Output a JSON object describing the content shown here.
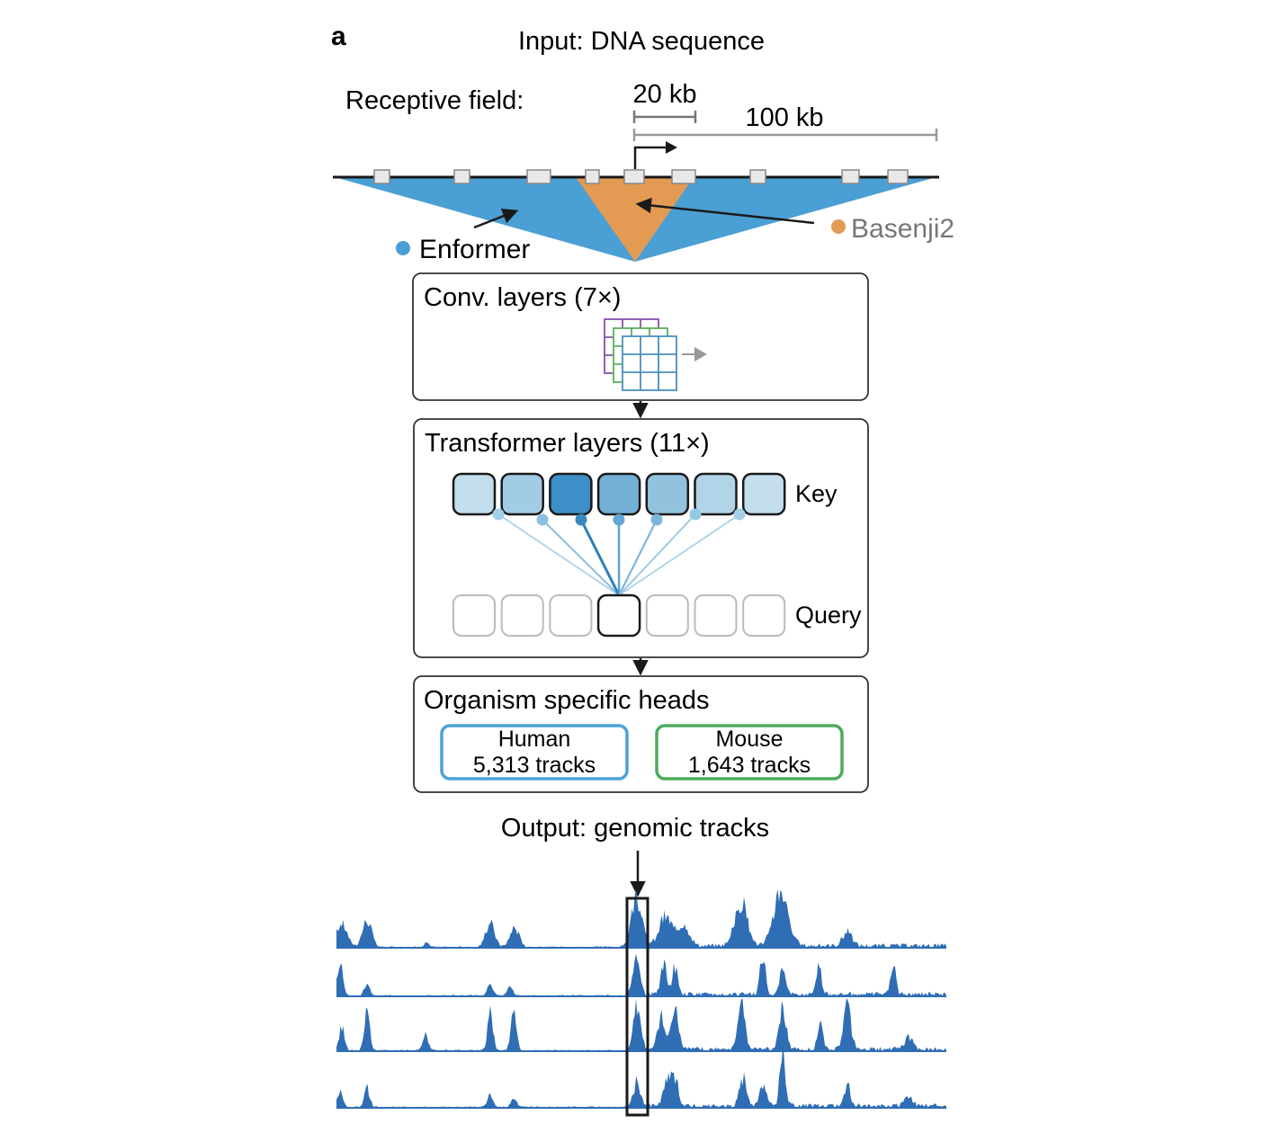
{
  "panel_label": "a",
  "input_title": "Input: DNA sequence",
  "receptive_field": {
    "label": "Receptive field:",
    "scale_small": "20 kb",
    "scale_large": "100 kb"
  },
  "models": {
    "enformer": "Enformer",
    "basenji": "Basenji2"
  },
  "conv_box": {
    "title": "Conv. layers (7×)"
  },
  "transformer_box": {
    "title": "Transformer layers (11×)",
    "key_label": "Key",
    "query_label": "Query",
    "key_levels": [
      0.15,
      0.35,
      1.0,
      0.65,
      0.45,
      0.25,
      0.15
    ]
  },
  "heads_box": {
    "title": "Organism specific heads",
    "human_name": "Human",
    "human_tracks": "5,313 tracks",
    "mouse_name": "Mouse",
    "mouse_tracks": "1,643 tracks"
  },
  "output_title": "Output: genomic tracks",
  "colors": {
    "enformer": "#4a9fd4",
    "basenji": "#e39a52",
    "track": "#2f6db5",
    "human_border": "#4aa3d8",
    "mouse_border": "#4cab5a",
    "key_dark": "#3d8fc7",
    "key_light": "#d9ebf3"
  }
}
